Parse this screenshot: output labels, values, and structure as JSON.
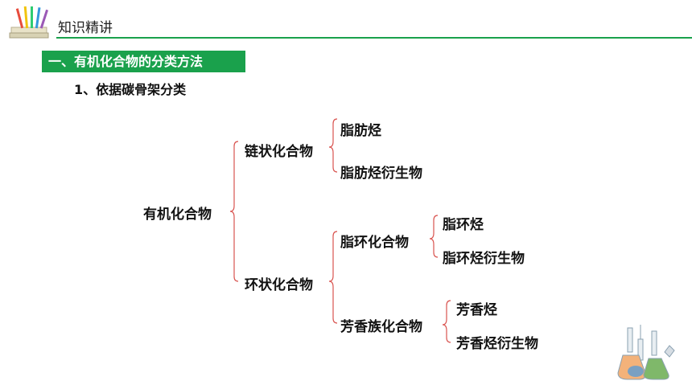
{
  "header": {
    "title": "知识精讲",
    "logo_icon": "books-pencils-icon"
  },
  "section": {
    "label": "一、有机化合物的分类方法"
  },
  "subtitle": "1、依据碳骨架分类",
  "tree": {
    "root": "有机化合物",
    "chain": {
      "label": "链状化合物",
      "children": [
        "脂肪烃",
        "脂肪烃衍生物"
      ]
    },
    "ring": {
      "label": "环状化合物",
      "alicyclic": {
        "label": "脂环化合物",
        "children": [
          "脂环烃",
          "脂环烃衍生物"
        ]
      },
      "aromatic": {
        "label": "芳香族化合物",
        "children": [
          "芳香烃",
          "芳香烃衍生物"
        ]
      }
    }
  },
  "decoration": {
    "icon": "lab-flasks-icon"
  },
  "colors": {
    "accent": "#1aa14c",
    "brace": "#d9534f"
  }
}
